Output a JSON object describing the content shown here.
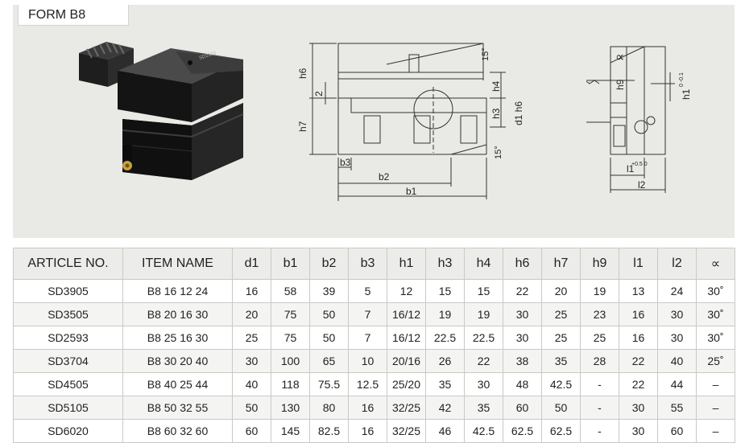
{
  "header": {
    "form_label": "FORM B8"
  },
  "drawing_labels": {
    "h6": "h6",
    "dim_2": "2",
    "h7": "h7",
    "b3": "b3",
    "b2": "b2",
    "b1": "b1",
    "angle_top": "15°",
    "angle_bottom": "15°",
    "h4": "h4",
    "h3": "h3",
    "d1_h6": "d1 h6",
    "alpha": "∝",
    "h9": "h9",
    "h1": "h1",
    "h1_tol": "0 -0.1",
    "l1": "l1",
    "l1_tol": "+0.5 0",
    "l2": "l2"
  },
  "table": {
    "columns": [
      "ARTICLE NO.",
      "ITEM NAME",
      "d1",
      "b1",
      "b2",
      "b3",
      "h1",
      "h3",
      "h4",
      "h6",
      "h7",
      "h9",
      "l1",
      "l2",
      "∝"
    ],
    "rows": [
      [
        "SD3905",
        "B8 16 12 24",
        "16",
        "58",
        "39",
        "5",
        "12",
        "15",
        "15",
        "22",
        "20",
        "19",
        "13",
        "24",
        "30˚"
      ],
      [
        "SD3505",
        "B8 20 16 30",
        "20",
        "75",
        "50",
        "7",
        "16/12",
        "19",
        "19",
        "30",
        "25",
        "23",
        "16",
        "30",
        "30˚"
      ],
      [
        "SD2593",
        "B8 25 16 30",
        "25",
        "75",
        "50",
        "7",
        "16/12",
        "22.5",
        "22.5",
        "30",
        "25",
        "25",
        "16",
        "30",
        "30˚"
      ],
      [
        "SD3704",
        "B8 30 20 40",
        "30",
        "100",
        "65",
        "10",
        "20/16",
        "26",
        "22",
        "38",
        "35",
        "28",
        "22",
        "40",
        "25˚"
      ],
      [
        "SD4505",
        "B8 40 25 44",
        "40",
        "118",
        "75.5",
        "12.5",
        "25/20",
        "35",
        "30",
        "48",
        "42.5",
        "-",
        "22",
        "44",
        "–"
      ],
      [
        "SD5105",
        "B8 50 32 55",
        "50",
        "130",
        "80",
        "16",
        "32/25",
        "42",
        "35",
        "60",
        "50",
        "-",
        "30",
        "55",
        "–"
      ],
      [
        "SD6020",
        "B8 60 32 60",
        "60",
        "145",
        "82.5",
        "16",
        "32/25",
        "46",
        "42.5",
        "62.5",
        "62.5",
        "-",
        "30",
        "60",
        "–"
      ]
    ]
  }
}
